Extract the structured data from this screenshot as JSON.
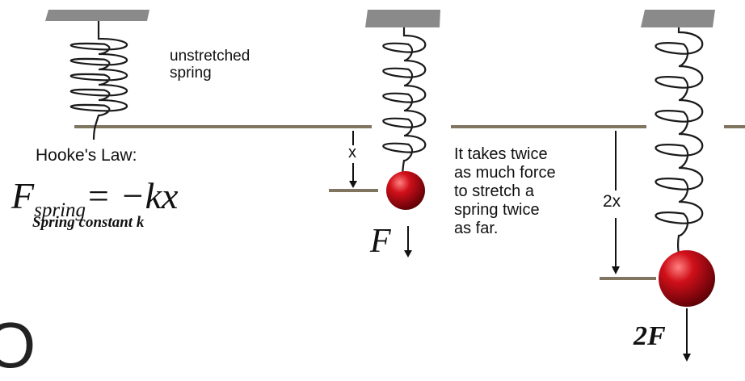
{
  "labels": {
    "unstretched_line1": "unstretched",
    "unstretched_line2": "spring",
    "hookes_law": "Hooke's Law:",
    "formula_F": "F",
    "formula_sub": "spring",
    "formula_rhs": "= −kx",
    "spring_constant": "Spring constant k",
    "x_label": "x",
    "force_F": "F",
    "caption_lines": [
      "It takes twice",
      "as much force",
      "to stretch a",
      "spring twice",
      "as far."
    ],
    "two_x_label": "2x",
    "force_2F": "2F",
    "corner_glyph": "O"
  },
  "colors": {
    "ceiling": "#8a8a8a",
    "rule": "#7f7560",
    "coil": "#1a1a1a",
    "mass": "#b0101a"
  }
}
